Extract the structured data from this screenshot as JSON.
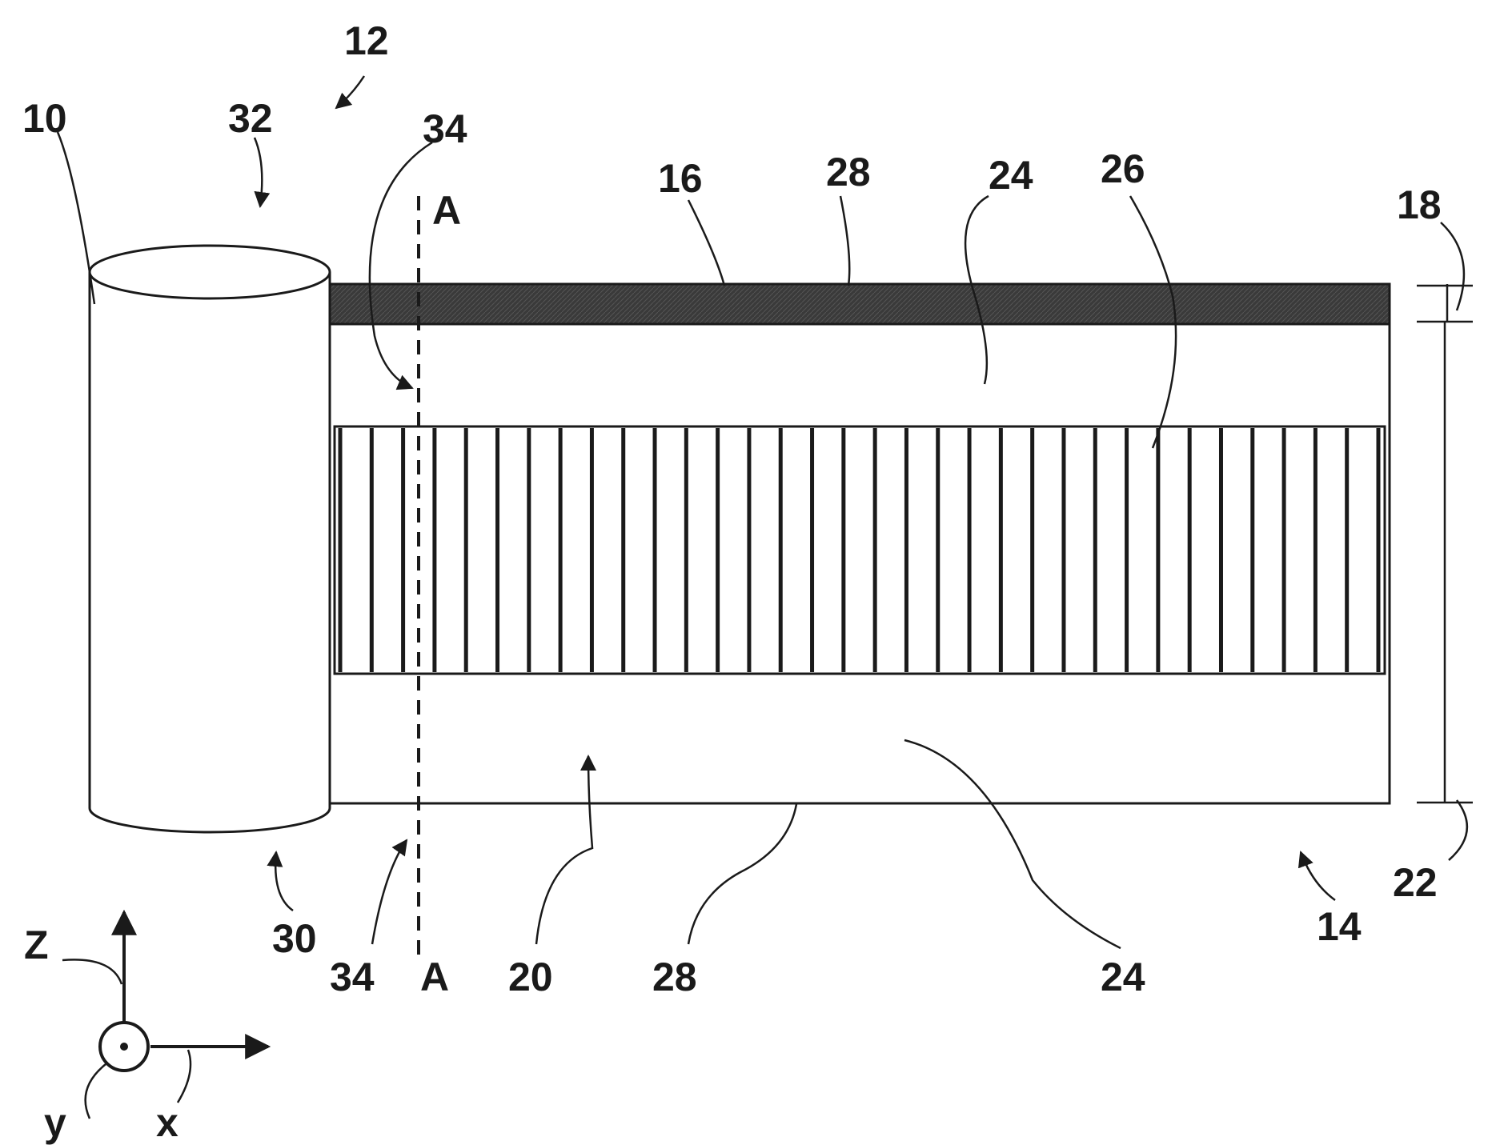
{
  "labels": {
    "l10": "10",
    "l12": "12",
    "l32": "32",
    "l34_top": "34",
    "l16": "16",
    "l28_top": "28",
    "l24_top": "24",
    "l26": "26",
    "l18": "18",
    "lA_top": "A",
    "lA_bottom": "A",
    "l30": "30",
    "l34_bottom": "34",
    "l20": "20",
    "l28_bottom": "28",
    "l24_bottom": "24",
    "l14": "14",
    "l22": "22",
    "axis_z": "Z",
    "axis_y": "y",
    "axis_x": "x"
  },
  "components": {
    "cylinder_ref": "10",
    "plate_ref": "14",
    "cover_layer_ref": "16",
    "fin_section_ref": "26",
    "fin_count": 34
  },
  "colors": {
    "ink": "#1a1a1a",
    "cover_fill": "#3a3a3a",
    "background": "#ffffff"
  }
}
